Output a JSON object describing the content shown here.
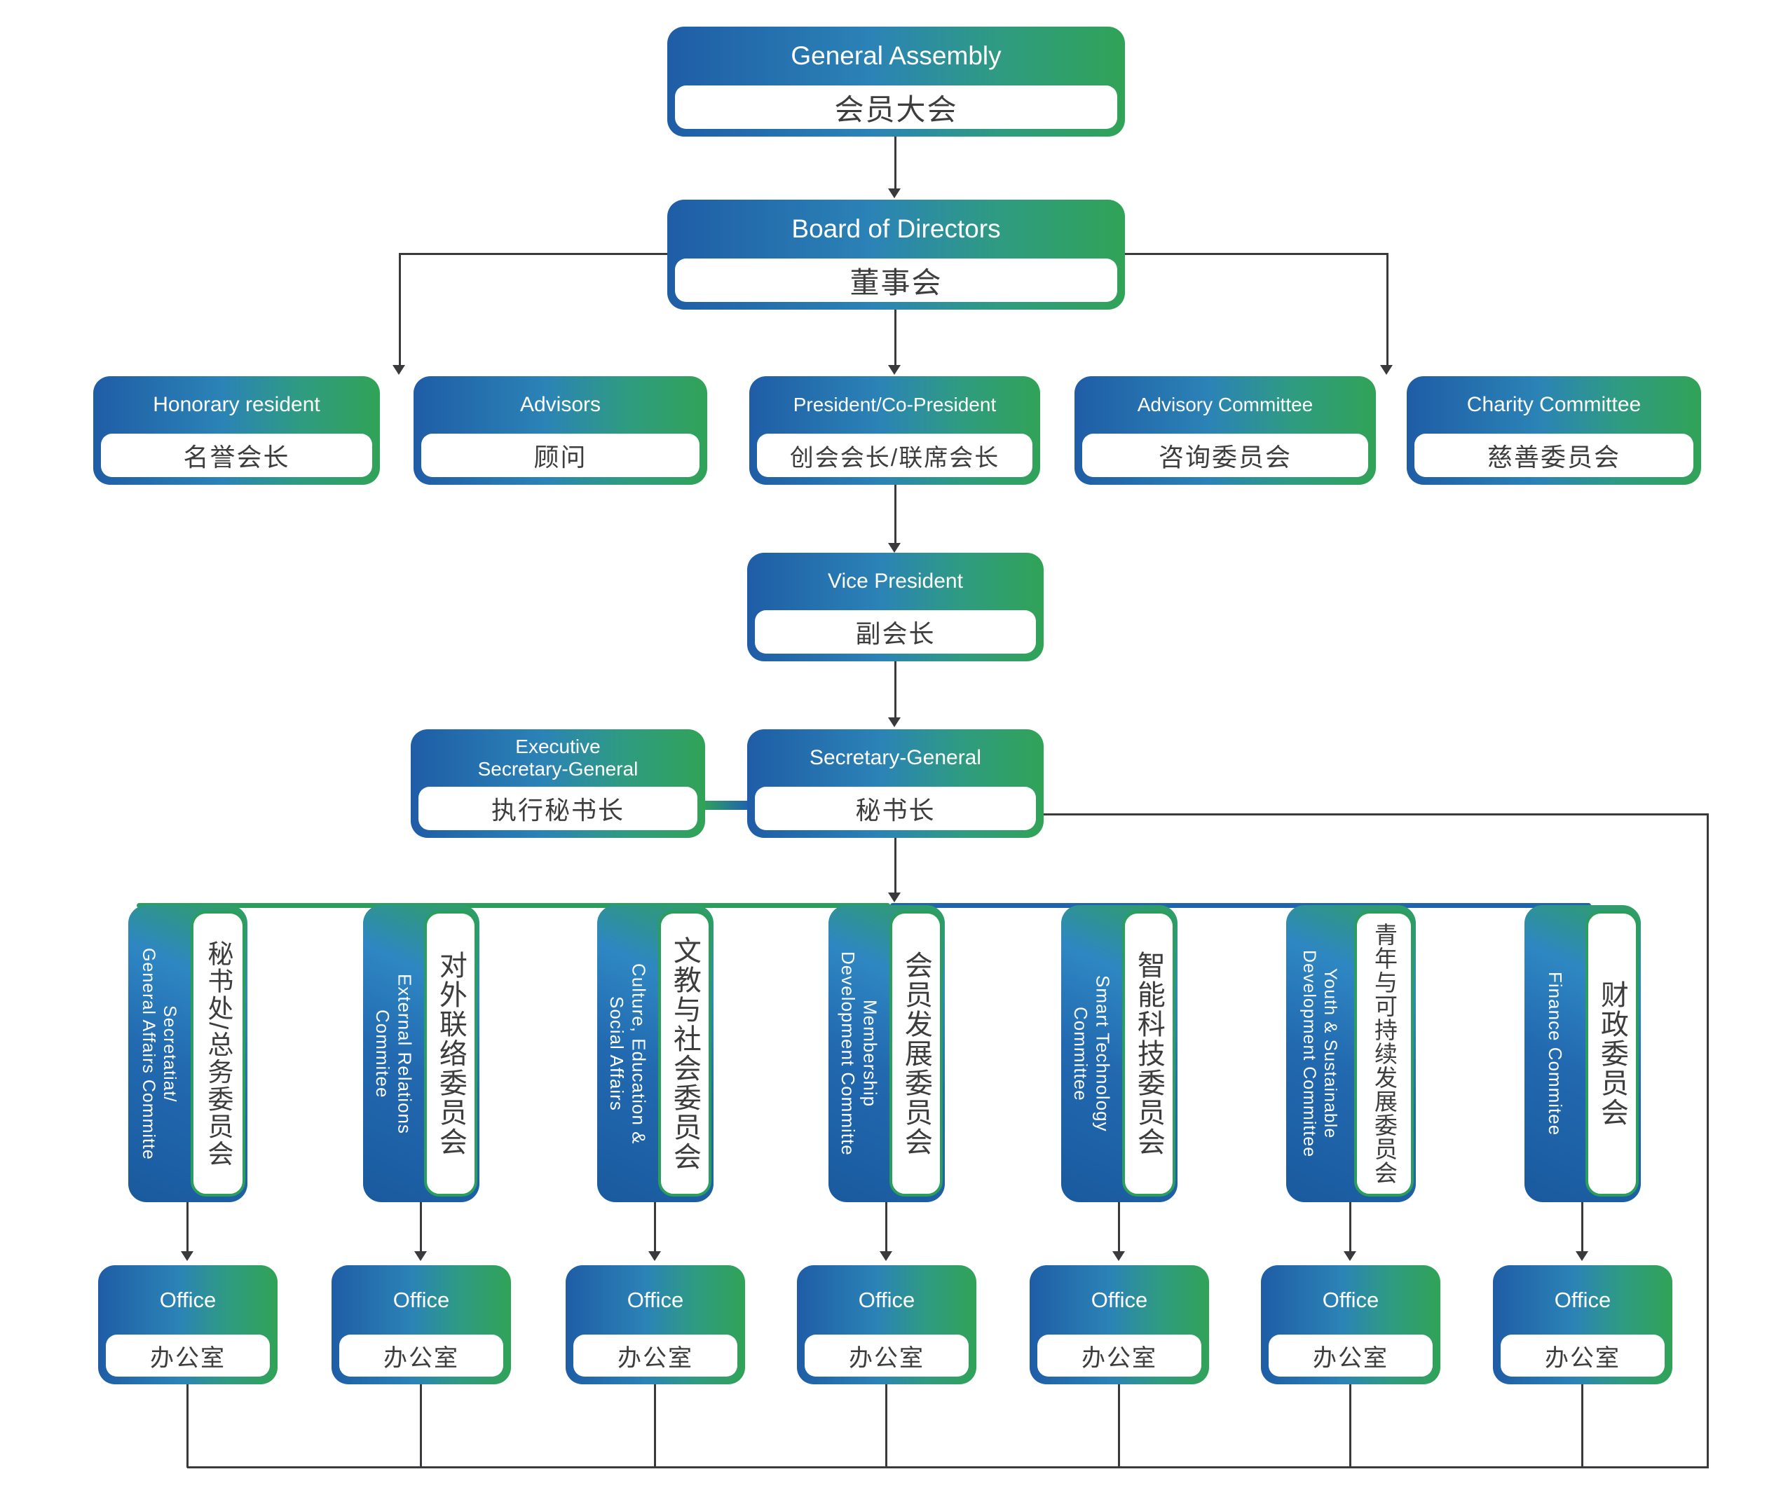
{
  "colors": {
    "gradient_blue": "#1f5da6",
    "gradient_teal": "#2b83b6",
    "gradient_green": "#31a357",
    "committee_green_border": "#2b9e5d",
    "bus_green": "#2b9e5d",
    "bus_blue": "#2064ad",
    "connector_dark": "#3a3a3c",
    "label_text": "#3d3d3d",
    "header_text": "#ffffff"
  },
  "nodes": {
    "general_assembly": {
      "en": "General Assembly",
      "zh": "会员大会"
    },
    "board_of_directors": {
      "en": "Board of Directors",
      "zh": "董事会"
    },
    "honorary_resident": {
      "en": "Honorary resident",
      "zh": "名誉会长"
    },
    "advisors": {
      "en": "Advisors",
      "zh": "顾问"
    },
    "president": {
      "en": "President/Co-President",
      "zh": "创会会长/联席会长"
    },
    "advisory_committee": {
      "en": "Advisory Committee",
      "zh": "咨询委员会"
    },
    "charity_committee": {
      "en": "Charity Committee",
      "zh": "慈善委员会"
    },
    "vice_president": {
      "en": "Vice President",
      "zh": "副会长"
    },
    "executive_secretary_general": {
      "en": "Executive\nSecretary-General",
      "zh": "执行秘书长"
    },
    "secretary_general": {
      "en": "Secretary-General",
      "zh": "秘书长"
    }
  },
  "committees": [
    {
      "en": "Secretatiat/\nGeneral Affairs Committe",
      "zh": "秘书处/总务委员会"
    },
    {
      "en": "External Relations\nCommitee",
      "zh": "对外联络委员会"
    },
    {
      "en": "Culture, Education &\nSocial Affairs",
      "zh": "文教与社会委员会"
    },
    {
      "en": "Membership\nDevelopment Committe",
      "zh": "会员发展委员会"
    },
    {
      "en": "Smart Technology\nCommittee",
      "zh": "智能科技委员会"
    },
    {
      "en": "Youth & Sustainable\nDevelopment Committee",
      "zh": "青年与可持续发展委员会"
    },
    {
      "en": "Finance Commitee",
      "zh": "财政委员会"
    }
  ],
  "office": {
    "en": "Office",
    "zh": "办公室"
  }
}
